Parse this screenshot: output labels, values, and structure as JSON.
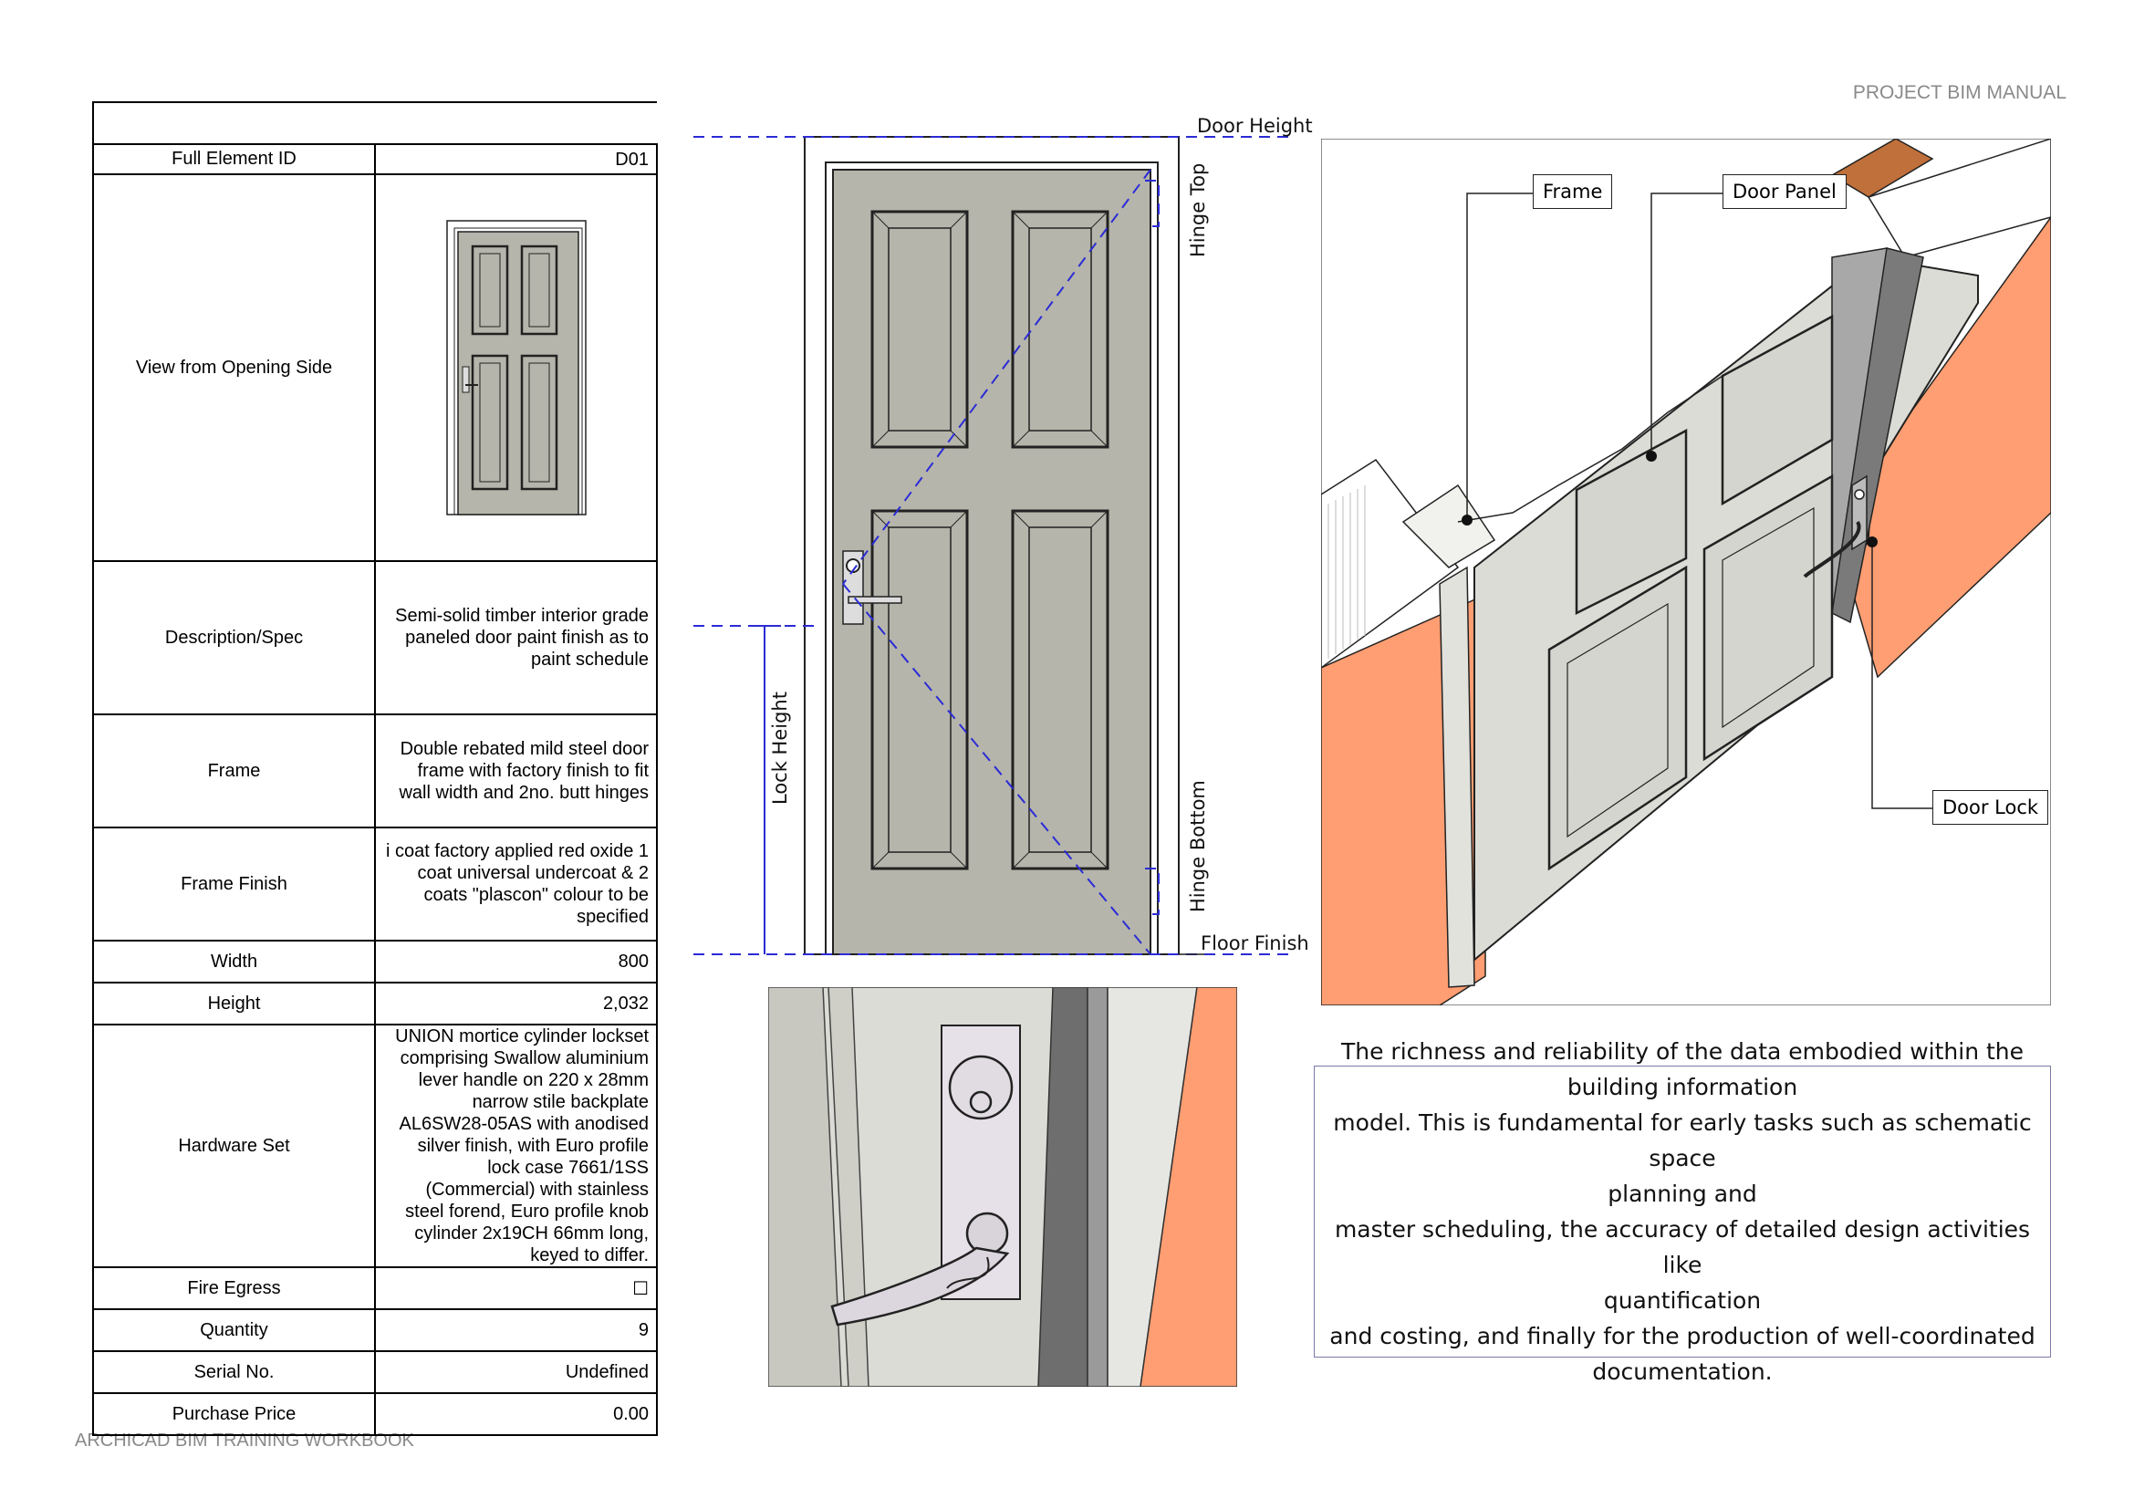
{
  "header": {
    "manual_title": "PROJECT BIM MANUAL"
  },
  "footer": {
    "workbook_title": "ARCHICAD BIM TRAINING WORKBOOK"
  },
  "spec_table": {
    "rows": [
      {
        "label": "Full Element ID",
        "value": "D01"
      },
      {
        "label": "View from Opening Side",
        "value": ""
      },
      {
        "label": "Description/Spec",
        "value": "Semi-solid timber interior grade paneled door  paint finish as to paint schedule"
      },
      {
        "label": "Frame",
        "value": "Double rebated mild steel door frame with factory finish to fit wall width and 2no. butt hinges"
      },
      {
        "label": "Frame Finish",
        "value": "i coat factory applied red oxide 1 coat universal undercoat & 2 coats \"plascon\" colour to be specified"
      },
      {
        "label": "Width",
        "value": "800"
      },
      {
        "label": "Height",
        "value": "2,032"
      },
      {
        "label": "Hardware Set",
        "value": "UNION mortice cylinder lockset comprising Swallow aluminium lever handle on 220 x 28mm narrow stile backplate AL6SW28-05AS with anodised silver finish, with Euro profile lock case 7661/1SS (Commercial) with stainless steel forend, Euro profile knob cylinder 2x19CH 66mm long,  keyed to differ."
      },
      {
        "label": "Fire Egress",
        "value": "☐"
      },
      {
        "label": "Quantity",
        "value": "9"
      },
      {
        "label": "Serial No.",
        "value": "Undefined"
      },
      {
        "label": "Purchase Price",
        "value": "0.00"
      }
    ]
  },
  "elevation": {
    "labels": {
      "door_height": "Door Height",
      "hinge_top": "Hinge Top",
      "lock_height": "Lock Height",
      "hinge_bottom": "Hinge Bottom",
      "floor_finish": "Floor Finish"
    }
  },
  "isometric": {
    "callouts": {
      "frame": "Frame",
      "door_panel": "Door Panel",
      "door_lock": "Door Lock"
    }
  },
  "quote": {
    "lines": [
      "The richness and reliability of the data embodied within the",
      "building information",
      "model. This is fundamental for early tasks such as schematic space",
      "planning and",
      "master scheduling, the accuracy of detailed design activities like",
      "quantification",
      "and costing, and finally for the production of well-coordinated",
      "documentation."
    ]
  },
  "colors": {
    "door_grey": "#b5b5ab",
    "wall_orange": "#ff9e72",
    "dimension_blue": "#2b2bd6",
    "door_light": "#dcdcd6"
  }
}
